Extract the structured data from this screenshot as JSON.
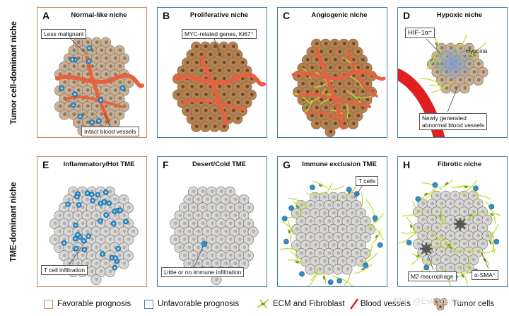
{
  "row_labels": {
    "top": "Tumor cell-dominant niche",
    "bottom": "TME-dominant niche"
  },
  "panels": [
    {
      "letter": "A",
      "title": "Normal-like niche",
      "prognosis": "favorable",
      "callouts": [
        "Less malignant",
        "Intact blood vessels"
      ]
    },
    {
      "letter": "B",
      "title": "Proliferative niche",
      "prognosis": "unfavorable",
      "callouts": [
        "MYC-related genes, Ki67⁺"
      ]
    },
    {
      "letter": "C",
      "title": "Angiogenic niche",
      "prognosis": "unfavorable",
      "callouts": []
    },
    {
      "letter": "D",
      "title": "Hypoxic niche",
      "prognosis": "unfavorable",
      "callouts": [
        "HIF-1α⁺",
        "Hypoxia",
        "Newly generated\nabnormal blood vessels"
      ]
    },
    {
      "letter": "E",
      "title": "Inflammatory/Hot TME",
      "prognosis": "favorable",
      "callouts": [
        "T cell infiltration"
      ]
    },
    {
      "letter": "F",
      "title": "Desert/Cold TME",
      "prognosis": "unfavorable",
      "callouts": [
        "Little or no immune infiltration"
      ]
    },
    {
      "letter": "G",
      "title": "Immune exclusion TME",
      "prognosis": "unfavorable",
      "callouts": [
        "T cells"
      ]
    },
    {
      "letter": "H",
      "title": "Fibrotic niche",
      "prognosis": "unfavorable",
      "callouts": [
        "M2 macrophage",
        "α-SMA⁺"
      ]
    }
  ],
  "legend": {
    "favorable": "Favorable prognosis",
    "unfavorable": "Unfavorable prognosis",
    "ecm": "ECM and Fibroblast",
    "vessels": "Blood vessels",
    "tumor": "Tumor cells"
  },
  "watermark": "知乎 @Evil Genius",
  "colors": {
    "favorable_border": "#c98a55",
    "unfavorable_border": "#3f7fa8",
    "tumor_cell": "#c9b196",
    "proliferative_cell": "#b7814f",
    "tme_cell": "#d7d7d7",
    "t_cell": "#2f8fc9",
    "blood_vessel": "#e8603f",
    "abnormal_vessel": "#e02020",
    "ecm": "#c5dc3a",
    "hypoxia": "#7d9ed1"
  }
}
